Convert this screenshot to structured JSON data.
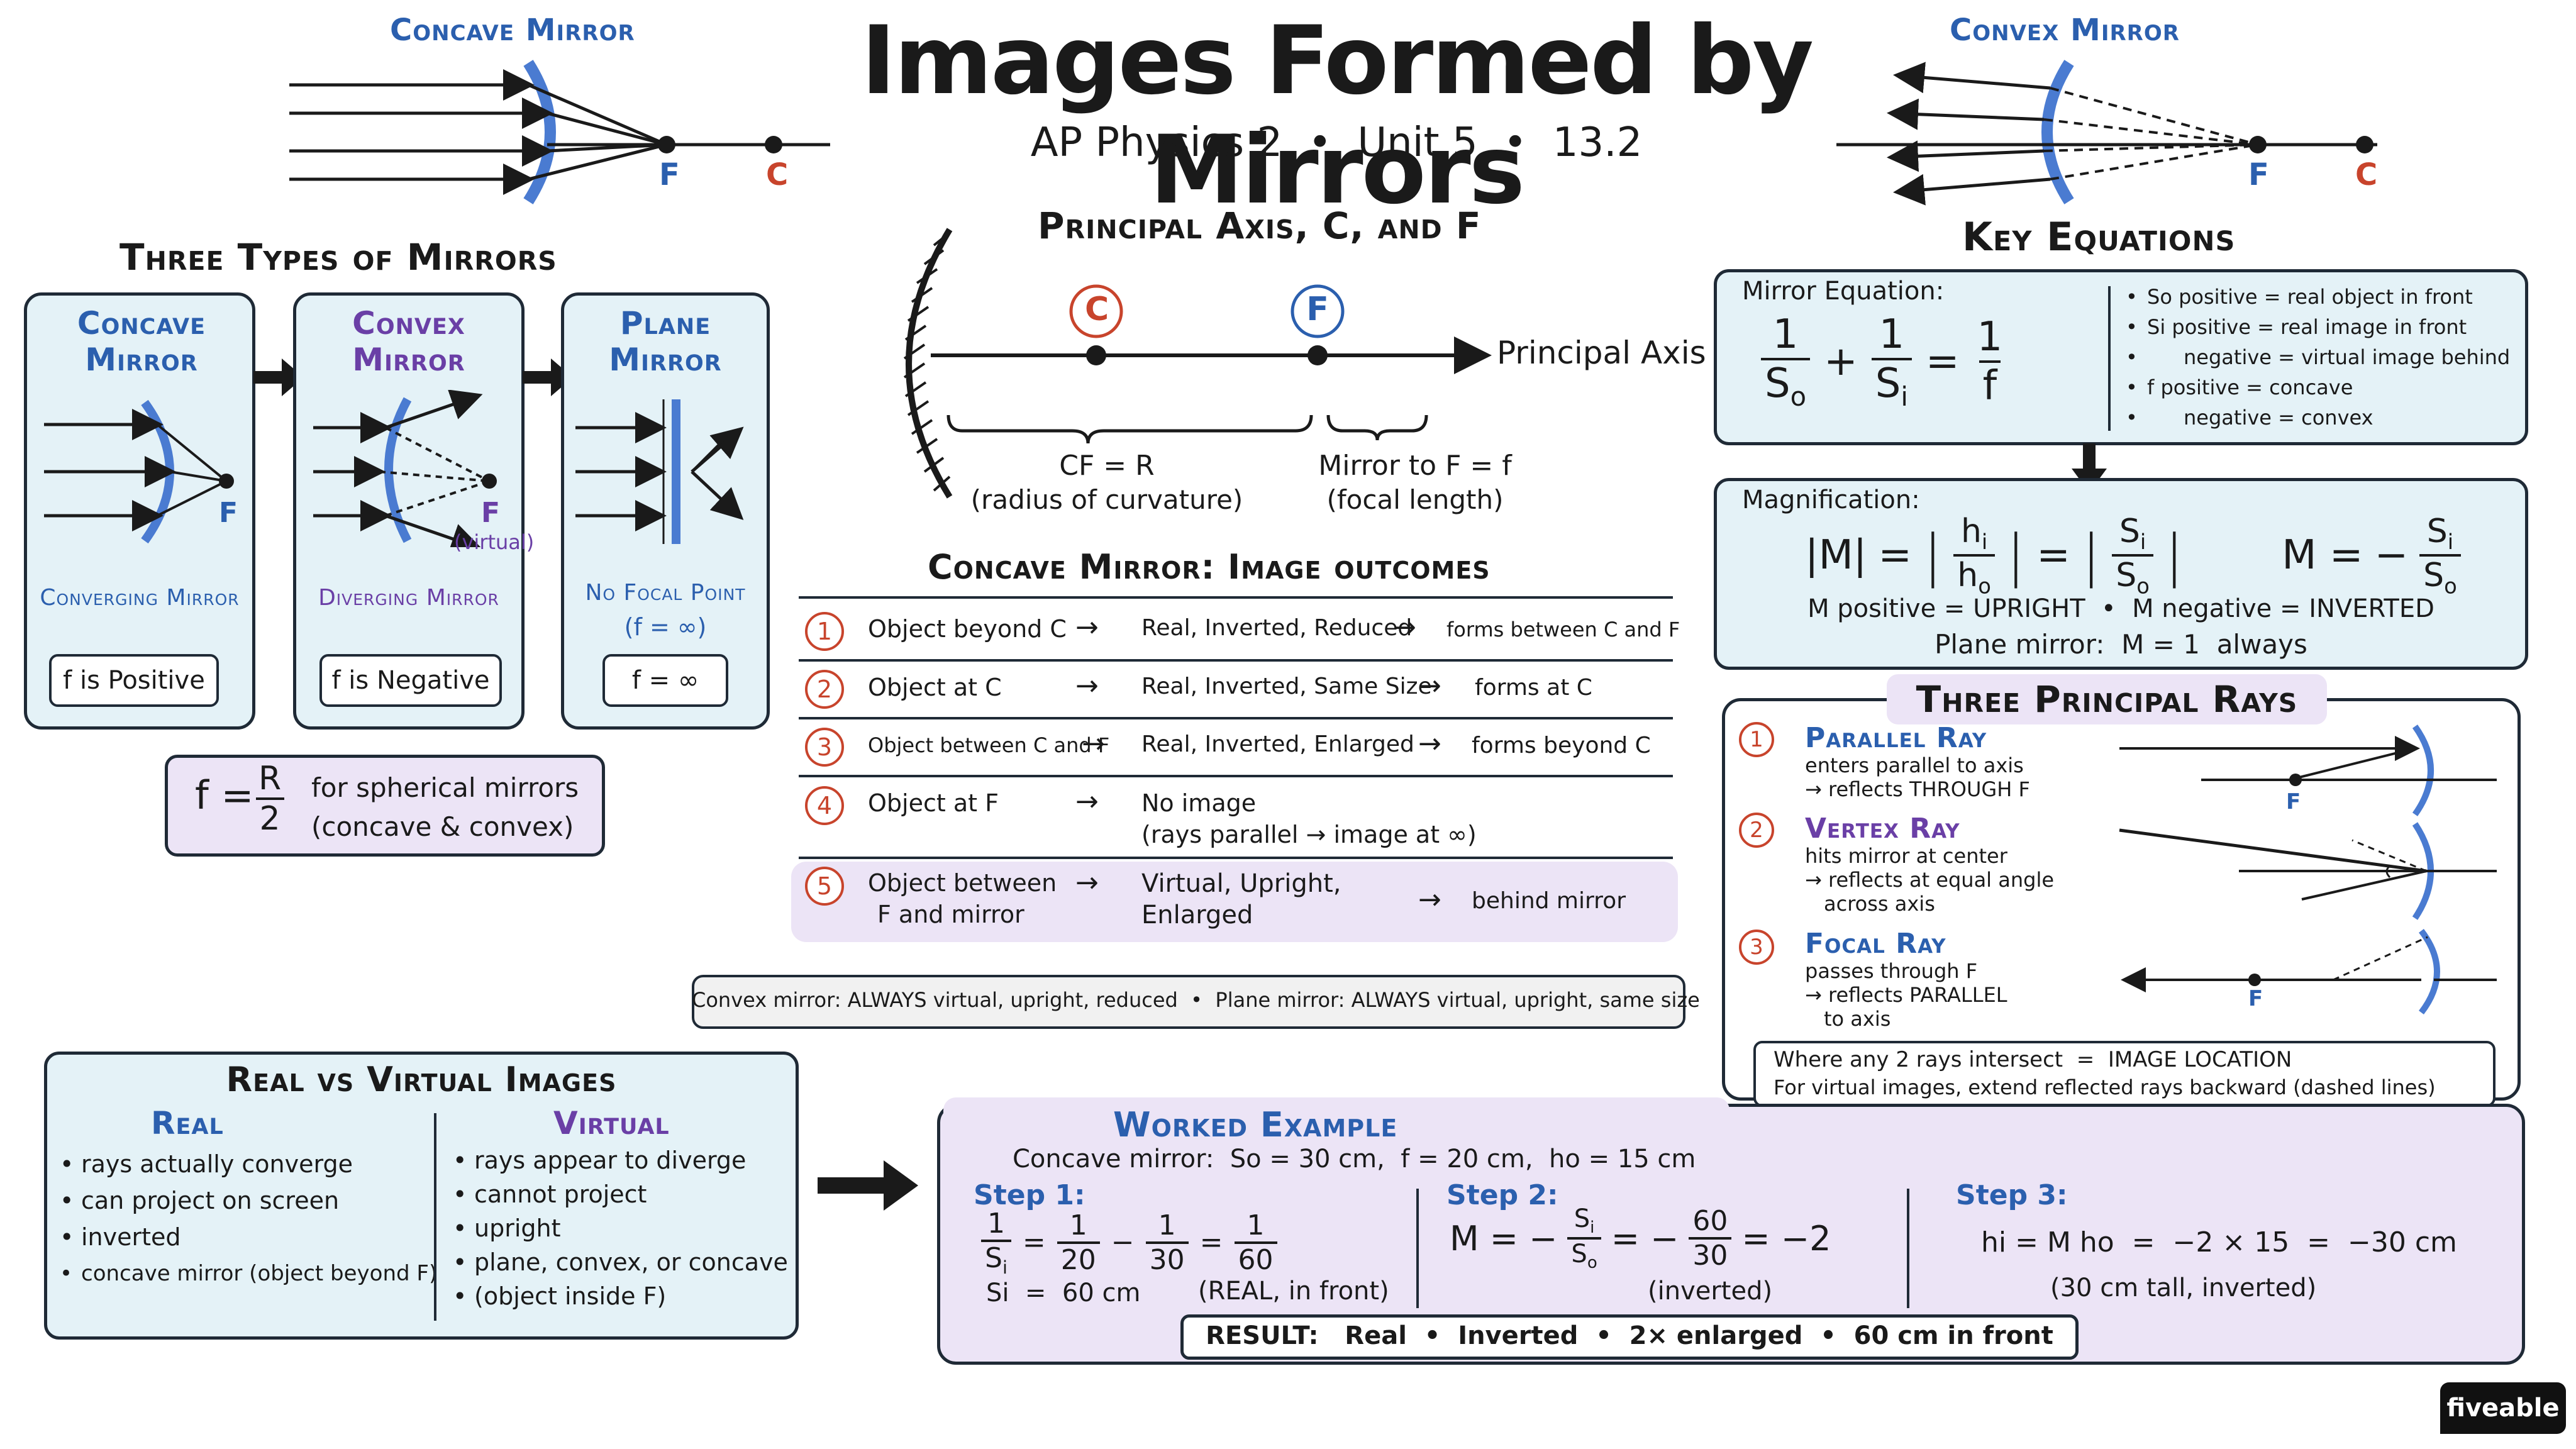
{
  "title": "Images Formed by Mirrors",
  "subtitle": "AP Physics 2  •  Unit 5  •  13.2",
  "top_left": {
    "label": "Concave Mirror",
    "f": "F",
    "c": "C"
  },
  "top_right": {
    "label": "Convex Mirror",
    "f": "F",
    "c": "C"
  },
  "three_types": {
    "heading": "Three Types of Mirrors",
    "concave": {
      "title": "Concave Mirror",
      "f": "F",
      "caption": "Converging Mirror",
      "pill": "f is Positive"
    },
    "convex": {
      "title": "Convex Mirror",
      "f": "F",
      "virtual": "(virtual)",
      "caption": "Diverging Mirror",
      "pill": "f is Negative"
    },
    "plane": {
      "title": "Plane Mirror",
      "caption": "No Focal Point",
      "caption2": "(f = ∞)",
      "pill": "f = ∞"
    }
  },
  "spherical": {
    "lhs": "f =",
    "num": "R",
    "den": "2",
    "line1": "for spherical mirrors",
    "line2": "(concave & convex)"
  },
  "principal": {
    "heading": "Principal Axis, C, and F",
    "c": "C",
    "f": "F",
    "axis_label": "Principal Axis",
    "cf_label": "CF = R",
    "cf_sub": "(radius of curvature)",
    "mf_label": "Mirror to F = f",
    "mf_sub": "(focal length)"
  },
  "outcomes": {
    "heading": "Concave Mirror: Image outcomes",
    "arrow": "→",
    "rows": [
      {
        "n": "1",
        "obj": "Object beyond C",
        "img": "Real, Inverted, Reduced",
        "where": "forms between C and F"
      },
      {
        "n": "2",
        "obj": "Object at C",
        "img": "Real, Inverted, Same Size",
        "where": "forms at C"
      },
      {
        "n": "3",
        "obj": "Object between C and F",
        "img": "Real, Inverted, Enlarged",
        "where": "forms beyond C"
      },
      {
        "n": "4",
        "obj": "Object at F",
        "img": "No image",
        "img2": "(rays parallel → image at ∞)",
        "where": ""
      },
      {
        "n": "5",
        "obj": "Object between",
        "obj2": "F and mirror",
        "img": "Virtual, Upright,",
        "img2": "Enlarged",
        "where": "behind mirror"
      }
    ],
    "note": "Convex mirror: ALWAYS virtual, upright, reduced  •  Plane mirror: ALWAYS virtual, upright, same size"
  },
  "key_eq": {
    "heading": "Key Equations",
    "mirror_label": "Mirror Equation:",
    "bullets": [
      "So positive = real object in front",
      "Si positive = real image in front",
      "negative = virtual image behind",
      "f  positive = concave",
      "negative = convex"
    ],
    "mag_label": "Magnification:",
    "mag_line1": "M positive = UPRIGHT  •  M negative = INVERTED",
    "mag_line2": "Plane mirror:  M = 1  always"
  },
  "rays": {
    "heading": "Three Principal Rays",
    "items": [
      {
        "n": "1",
        "title": "Parallel Ray",
        "l1": "enters parallel to axis",
        "l2": "→ reflects THROUGH F",
        "l3": "",
        "f": "F"
      },
      {
        "n": "2",
        "title": "Vertex Ray",
        "l1": "hits mirror at center",
        "l2": "→ reflects at equal angle",
        "l3": "across axis",
        "f": ""
      },
      {
        "n": "3",
        "title": "Focal Ray",
        "l1": "passes through F",
        "l2": "→ reflects PARALLEL",
        "l3": "to axis",
        "f": "F"
      }
    ],
    "foot1": "Where any 2 rays intersect  =  IMAGE LOCATION",
    "foot2": "For virtual images, extend reflected rays backward (dashed lines)"
  },
  "realvirtual": {
    "heading": "Real vs Virtual Images",
    "real_title": "Real",
    "real": [
      "rays actually converge",
      "can project on screen",
      "inverted",
      "concave mirror (object beyond F)"
    ],
    "virtual_title": "Virtual",
    "virtual": [
      "rays appear to diverge",
      "cannot project",
      "upright",
      "plane, convex, or concave",
      "(object inside F)"
    ]
  },
  "worked": {
    "heading": "Worked Example",
    "given": "Concave mirror:  So = 30 cm,  f = 20 cm,  ho = 15 cm",
    "step1": "Step 1:",
    "step1_res": "Si  =  60 cm",
    "step1_note": "(REAL, in front)",
    "step2": "Step 2:",
    "step2_note": "(inverted)",
    "step3": "Step 3:",
    "step3_eq": "hi = M ho  =  −2 × 15  =  −30 cm",
    "step3_note": "(30 cm tall, inverted)",
    "result": "RESULT:   Real  •  Inverted  •  2× enlarged  •  60 cm in front"
  },
  "brand": "fiveable"
}
